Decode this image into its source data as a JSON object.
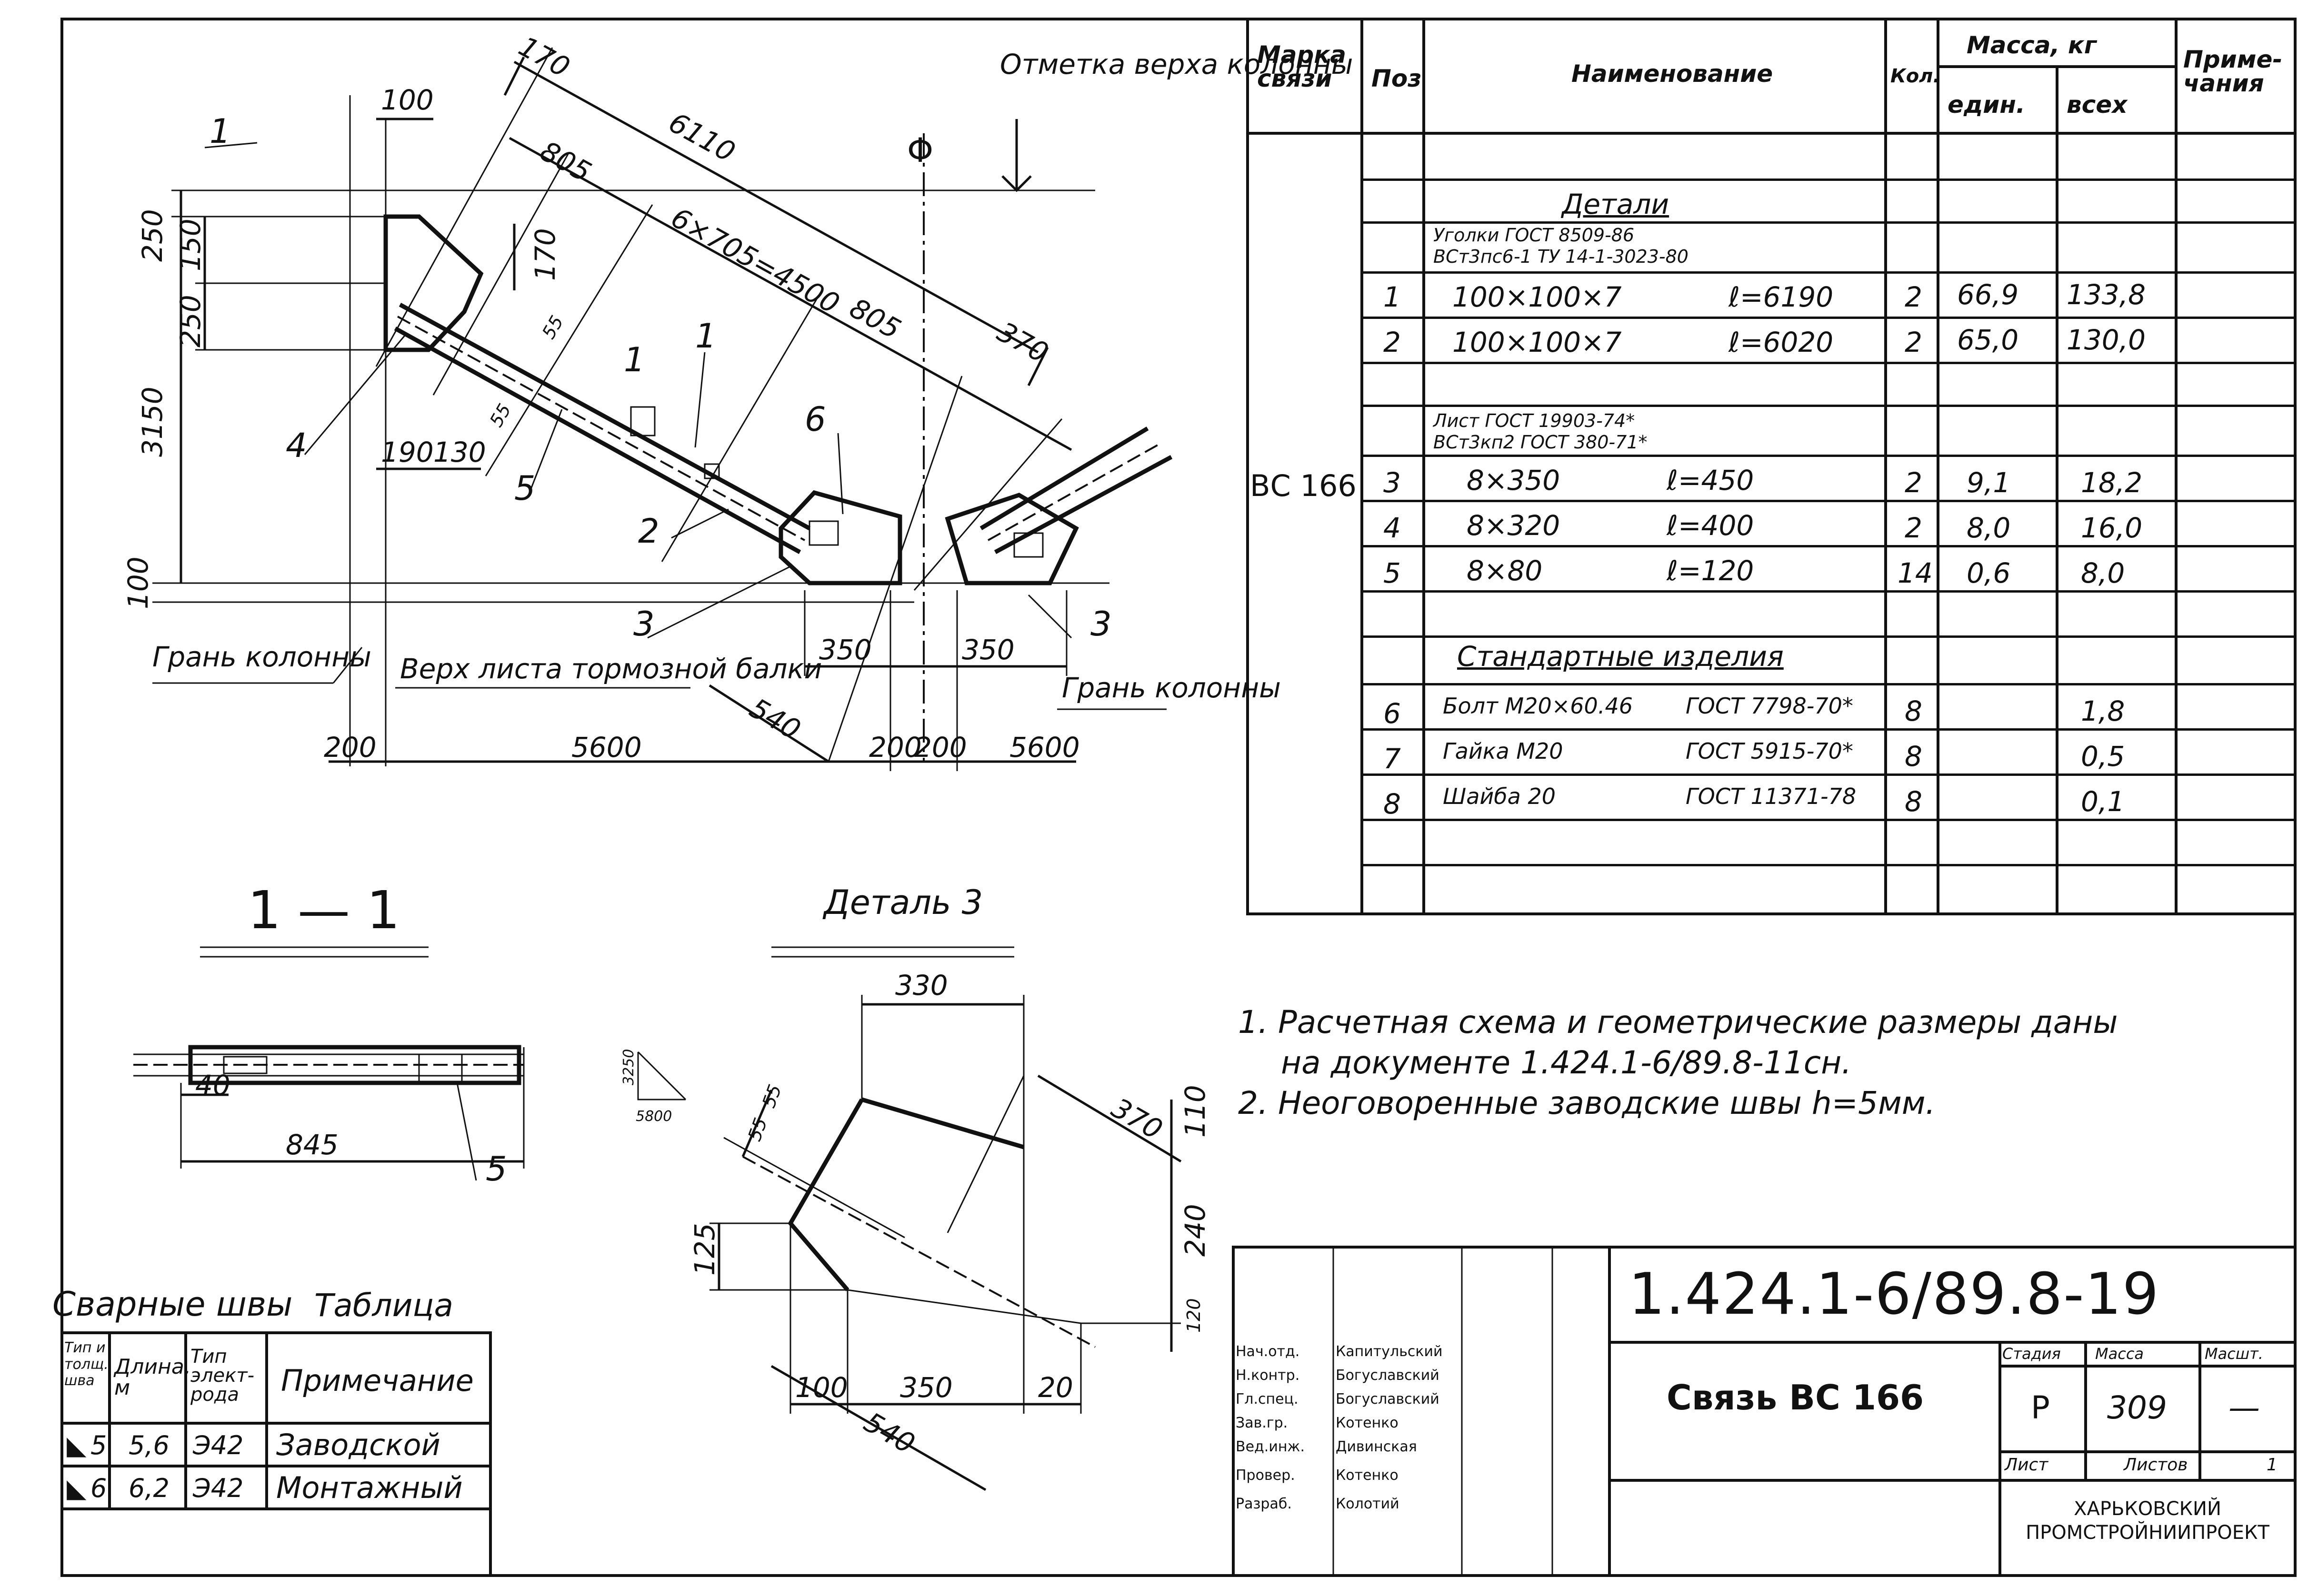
{
  "drawing_number": "1.424.1-6/89.8-19",
  "drawing_title": "Связь ВС 166",
  "organization": "ХАРЬКОВСКИЙ ПРОМСТРОЙНИИПРОЕКТ",
  "title_block": {
    "stage_header": "Стадия",
    "mass_header": "Масса",
    "scale_header": "Масшт.",
    "stage": "Р",
    "mass": "309",
    "scale": "—",
    "sheet_label": "Лист",
    "sheets_label": "Листов",
    "sheets_count": "1",
    "signatures": [
      {
        "role": "Нач.отд.",
        "name": "Капитульский"
      },
      {
        "role": "Н.контр.",
        "name": "Богуславский"
      },
      {
        "role": "Гл.спец.",
        "name": "Богуславский"
      },
      {
        "role": "Зав.гр.",
        "name": "Котенко"
      },
      {
        "role": "Вед.инж.",
        "name": "Дивинская"
      },
      {
        "role": "Провер.",
        "name": "Котенко"
      },
      {
        "role": "Разраб.",
        "name": "Колотий"
      }
    ]
  },
  "spec_table": {
    "headers": {
      "mark": "Марка связи",
      "pos": "Поз",
      "name": "Наименование",
      "qty": "Кол.",
      "mass": "Масса, кг",
      "mass_unit": "един.",
      "mass_total": "всех",
      "note": "Приме-чания"
    },
    "mark": "ВС 166",
    "section_details": "Детали",
    "angles_header_1": "Уголки     ГОСТ 8509-86",
    "angles_header_2": "ВСт3пс6-1   ТУ 14-1-3023-80",
    "sheet_header_1": "Лист        ГОСТ 19903-74*",
    "sheet_header_2": "ВСт3кп2     ГОСТ 380-71*",
    "section_standard": "Стандартные изделия",
    "rows": [
      {
        "pos": "1",
        "name": "100×100×7",
        "len": "ℓ=6190",
        "qty": "2",
        "unit": "66,9",
        "total": "133,8"
      },
      {
        "pos": "2",
        "name": "100×100×7",
        "len": "ℓ=6020",
        "qty": "2",
        "unit": "65,0",
        "total": "130,0"
      },
      {
        "pos": "3",
        "name": "8×350",
        "len": "ℓ=450",
        "qty": "2",
        "unit": "9,1",
        "total": "18,2"
      },
      {
        "pos": "4",
        "name": "8×320",
        "len": "ℓ=400",
        "qty": "2",
        "unit": "8,0",
        "total": "16,0"
      },
      {
        "pos": "5",
        "name": "8×80",
        "len": "ℓ=120",
        "qty": "14",
        "unit": "0,6",
        "total": "8,0"
      },
      {
        "pos": "6",
        "name": "Болт М20×60.46",
        "len": "ГОСТ 7798-70*",
        "qty": "8",
        "unit": "",
        "total": "1,8"
      },
      {
        "pos": "7",
        "name": "Гайка М20",
        "len": "ГОСТ 5915-70*",
        "qty": "8",
        "unit": "",
        "total": "0,5"
      },
      {
        "pos": "8",
        "name": "Шайба 20",
        "len": "ГОСТ 11371-78",
        "qty": "8",
        "unit": "",
        "total": "0,1"
      }
    ]
  },
  "notes": [
    "1. Расчетная схема и геометрические размеры даны",
    "на документе 1.424.1-6/89.8-11сн.",
    "2. Неоговоренные заводские швы h=5мм."
  ],
  "weld_table": {
    "caption_left": "Сварные швы",
    "caption_right": "Таблица",
    "headers": [
      "Тип и толщ. шва",
      "Длина, м",
      "Тип элект-рода",
      "Примечание"
    ],
    "rows": [
      {
        "type": "5",
        "length": "5,6",
        "electrode": "Э42",
        "note": "Заводской"
      },
      {
        "type": "6",
        "length": "6,2",
        "electrode": "Э42",
        "note": "Монтажный"
      }
    ]
  },
  "main_view": {
    "top_label": "Отметка верха колонны",
    "col_face_left": "Грань колонны",
    "col_face_right": "Грань колонны",
    "beam_top": "Верх листа тормозной балки",
    "section_mark": "1",
    "dims": {
      "d170": "170",
      "d100": "100",
      "d6110": "6110",
      "d805a": "805",
      "d6x705": "6×705=4500",
      "d805b": "805",
      "d370": "370",
      "d250a": "250",
      "d150": "150",
      "d250b": "250",
      "d3150": "3150",
      "d100v": "100",
      "d170v": "170",
      "d55a": "55",
      "d55b": "55",
      "d190": "190",
      "d130": "130",
      "d350a": "350",
      "d350b": "350",
      "d540": "540",
      "d200a": "200",
      "d5600a": "5600",
      "d200b": "200",
      "d200c": "200",
      "d5600b": "5600"
    },
    "callouts": [
      "1",
      "2",
      "3",
      "3",
      "4",
      "5",
      "6"
    ]
  },
  "section_1_1": {
    "title": "1 — 1",
    "d40": "40",
    "d845": "845",
    "callout": "5"
  },
  "detail_3": {
    "title": "Деталь 3",
    "d330": "330",
    "d370": "370",
    "d110": "110",
    "d240": "240",
    "d120": "120",
    "d55a": "55",
    "d55b": "55",
    "d125": "125",
    "d100": "100",
    "d350": "350",
    "d20": "20",
    "d540": "540",
    "slope_v": "3250",
    "slope_h": "5800"
  }
}
